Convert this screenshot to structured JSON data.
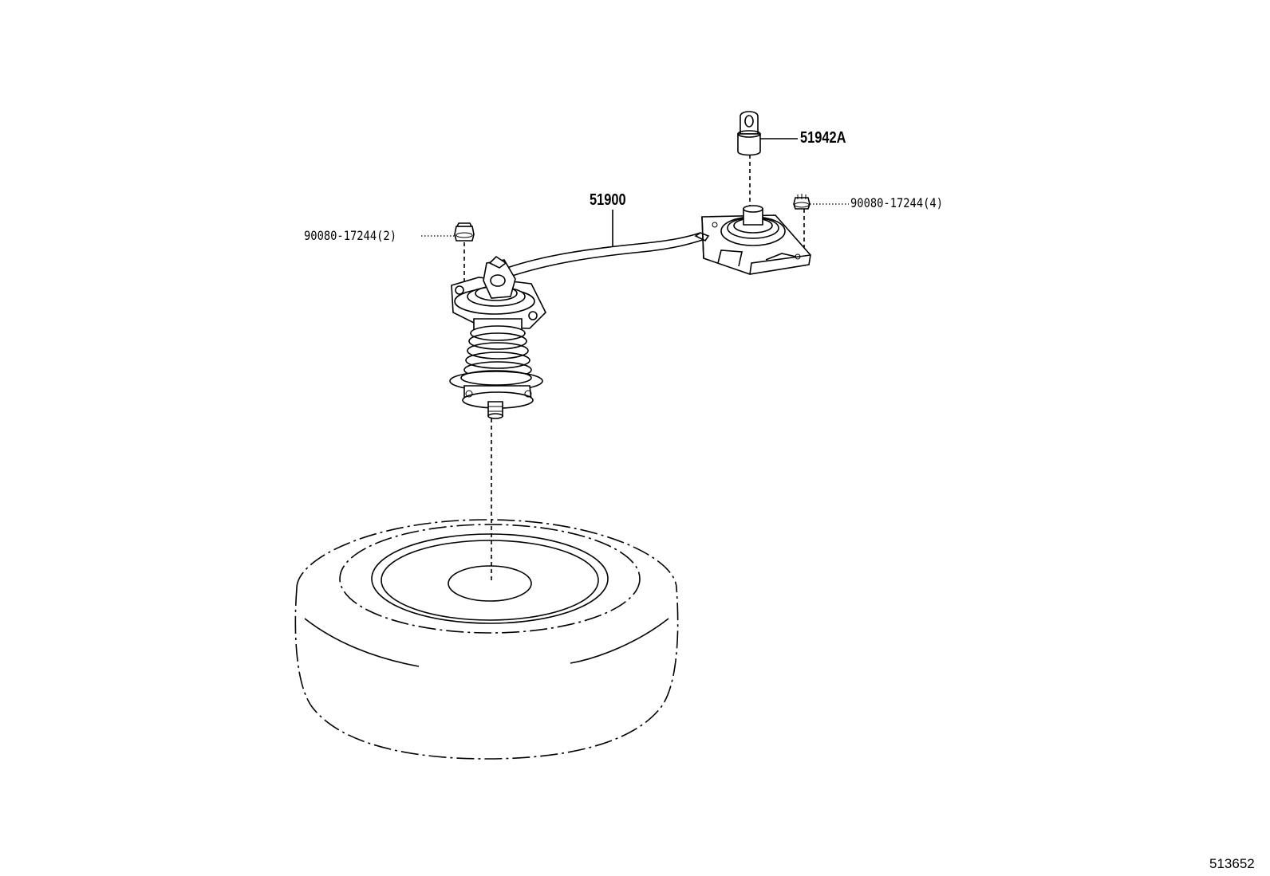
{
  "callouts": {
    "hanger_part": "51942A",
    "carrier_part": "51900",
    "bolt_right": "90080-17244(4)",
    "bolt_left": "90080-17244(2)"
  },
  "illustration_id": "513652"
}
